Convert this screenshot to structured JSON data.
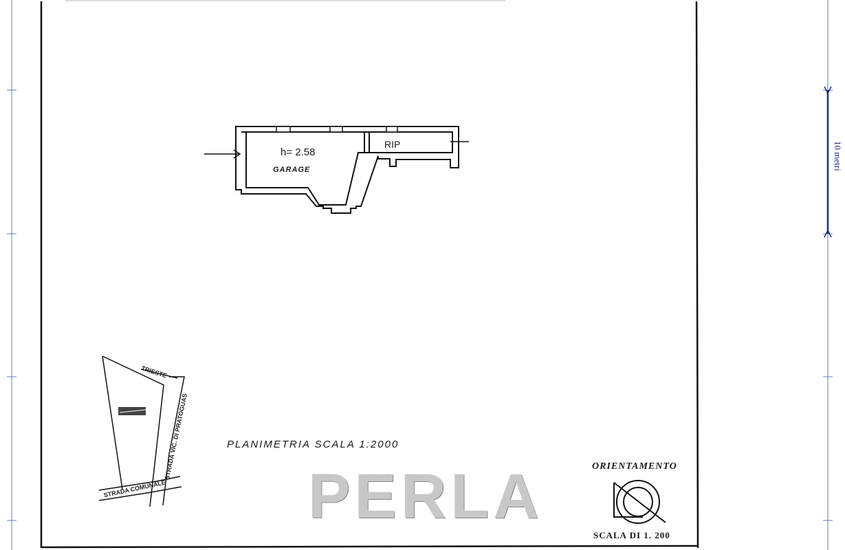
{
  "floor_plan": {
    "room_height": "h= 2.58",
    "room_name": "GARAGE",
    "corridor_name": "RIP"
  },
  "location_map": {
    "road_top": "TRIESTE",
    "road_vertical": "STRADA VIC. DI PRATOGUAS",
    "road_bottom": "STRADA COMUNALE"
  },
  "plan_caption": "PLANIMETRIA   SCALA 1:2000",
  "orientation": {
    "title": "ORIENTAMENTO",
    "scale": "SCALA DI 1. 200"
  },
  "ruler": {
    "label": "10 metri",
    "color": "#1e2c8c"
  },
  "watermark": {
    "text": "PERLA",
    "color": "#c8c8c8"
  }
}
